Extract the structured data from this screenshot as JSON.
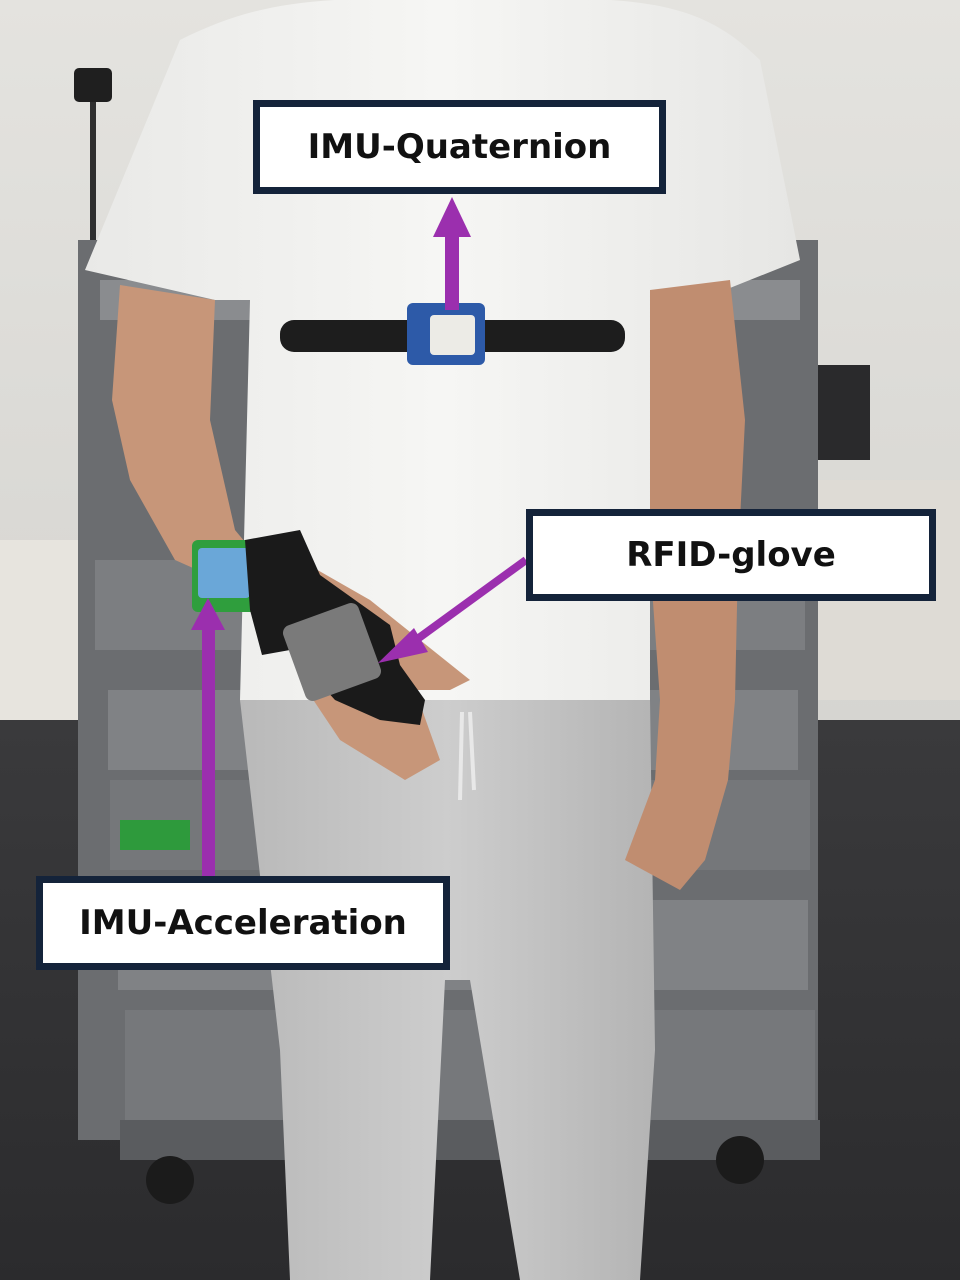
{
  "labels": {
    "imu_quaternion": "IMU-Quaternion",
    "rfid_glove": "RFID-glove",
    "imu_acceleration": "IMU-Acceleration"
  },
  "colors": {
    "arrow": "#9b2fae",
    "label_border": "#14233a",
    "label_fill": "#ffffff"
  }
}
